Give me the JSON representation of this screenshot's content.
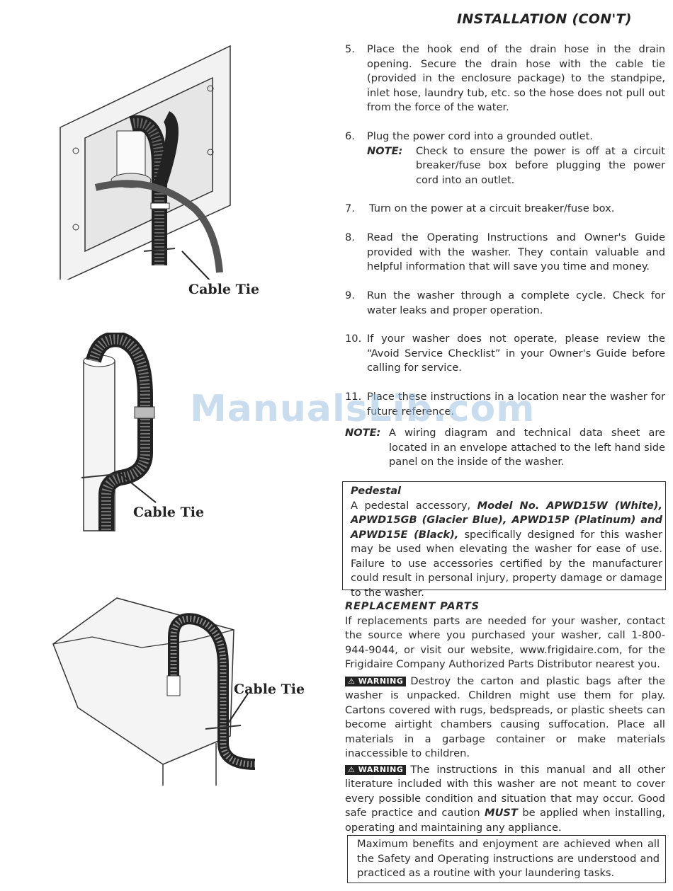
{
  "header": "INSTALLATION (CON'T)",
  "figures": [
    {
      "label": "Cable Tie"
    },
    {
      "label": "Cable Tie"
    },
    {
      "label": "Cable Tie"
    }
  ],
  "steps": [
    {
      "num": "5.",
      "text": "Place the hook end of the drain hose in the drain opening. Secure the drain hose with the cable tie (provided in the enclosure package) to the standpipe, inlet hose, laundry tub, etc. so the hose does not pull out from the force of the water."
    },
    {
      "num": "6.",
      "text": "Plug the power cord into a grounded outlet."
    },
    {
      "num": "7.",
      "text": "Turn on the power at a circuit breaker/fuse box."
    },
    {
      "num": "8.",
      "text": "Read the Operating Instructions and Owner's Guide provided with the washer. They contain valuable and helpful information that will save you time and money."
    },
    {
      "num": "9.",
      "text": "Run the washer through a complete cycle. Check for water leaks and proper operation."
    },
    {
      "num": "10.",
      "text": "If your washer does not operate, please review the “Avoid Service Checklist” in your Owner's Guide before calling for service."
    },
    {
      "num": "11.",
      "text": "Place these instructions in a location near the washer for future reference."
    }
  ],
  "note1": {
    "label": "NOTE:",
    "text": "Check to ensure the power is off at a circuit breaker/fuse box before plugging the power cord into an outlet."
  },
  "note2": {
    "label": "NOTE:",
    "text": "A wiring diagram and technical data sheet are located in an envelope attached to the left hand side panel on the inside of the washer."
  },
  "pedestal": {
    "title": "Pedestal",
    "intro": "A pedestal accessory, ",
    "models": "Model No. APWD15W (White), APWD15GB (Glacier Blue), APWD15P (Platinum) and APWD15E (Black),",
    "rest": " specifically designed for this washer may be used when elevating the washer for ease of use. Failure to use accessories certified by the manufacturer could result in personal injury, property damage or damage to the washer."
  },
  "replacement": {
    "title": "REPLACEMENT PARTS",
    "text": "If replacements parts are needed for your washer, contact the source where you purchased your washer, call 1-800-944-9044, or visit our website, www.frigidaire.com, for the Frigidaire Company Authorized Parts Distributor nearest you."
  },
  "warning_badge": "WARNING",
  "warning1": "Destroy the carton and plastic bags after the washer is unpacked. Children might use them for play. Cartons covered with rugs, bedspreads, or plastic sheets can become airtight chambers causing suffocation. Place all materials in a garbage container or make materials inaccessible to children.",
  "warning2": {
    "before": "The instructions in this manual and all other literature included with this washer are not meant to cover every possible condition and situation that may occur. Good safe practice and caution ",
    "must": "MUST",
    "after": " be applied when installing, operating and maintaining any appliance."
  },
  "final_box": "Maximum benefits and enjoyment are achieved when all the Safety and Operating instructions are understood and practiced as a routine with your laundering tasks.",
  "watermark": "ManualsLib.com"
}
